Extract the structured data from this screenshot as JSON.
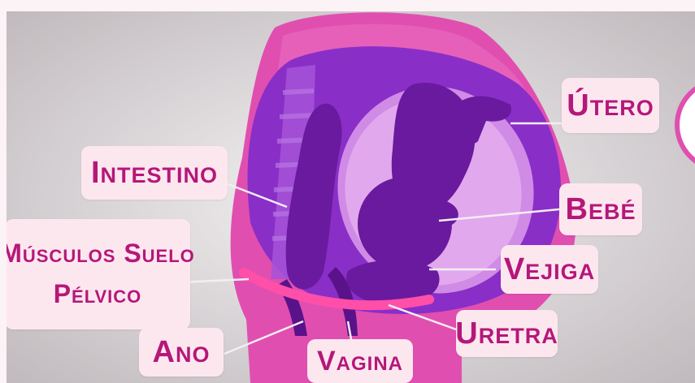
{
  "labels": {
    "utero": "Útero",
    "intestino": "Intestino",
    "bebe": "Bebé",
    "musculos_line1": "Músculos Suelo",
    "musculos_line2": "Pélvico",
    "vejiga": "Vejiga",
    "uretra": "Uretra",
    "ano": "Ano",
    "vagina": "Vagina"
  },
  "colors": {
    "label_text": "#b5177a",
    "label_bg": "#fde7ef",
    "body_pink": "#e04fb0",
    "uterus_purple": "#8a2ec8",
    "dark_purple": "#6a1a9e",
    "pelvic_floor": "#ff4fa8",
    "background": "#e4e0e2"
  }
}
